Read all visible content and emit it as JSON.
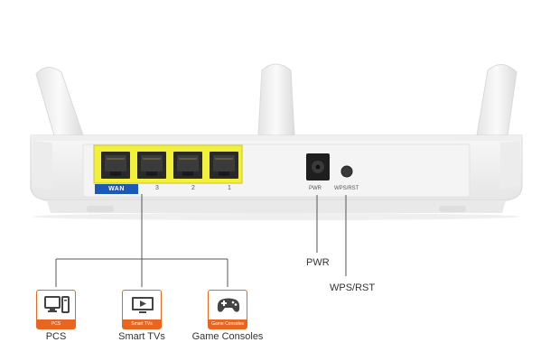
{
  "ports": {
    "wan": "WAN",
    "lan": [
      "3",
      "2",
      "1"
    ],
    "power": "PWR",
    "wps_rst": "WPS/RST"
  },
  "callouts": {
    "power": "PWR",
    "wps_rst": "WPS/RST"
  },
  "devices": [
    {
      "tag": "PCS",
      "name": "PCS",
      "icon": "pc-icon"
    },
    {
      "tag": "Smart TVs",
      "name": "Smart TVs",
      "icon": "tv-icon"
    },
    {
      "tag": "Game Consoles",
      "name": "Game Consoles",
      "icon": "gamepad-icon"
    }
  ],
  "colors": {
    "port_yellow": "#f2f03a",
    "wan_blue": "#1b59b5",
    "accent_orange": "#e8661f"
  }
}
